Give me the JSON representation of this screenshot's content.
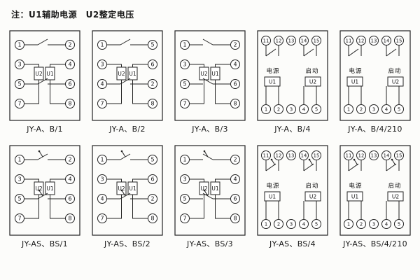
{
  "note": "注：U1辅助电源　U2整定电压",
  "diagrams": [
    {
      "label": "JY-A、B/1",
      "type": "side",
      "variant": 1,
      "signal": false,
      "left": [
        "1",
        "3",
        "5",
        "7"
      ],
      "right": [
        "2",
        "4",
        "6",
        "8"
      ],
      "boxes": [
        "U2",
        "U1"
      ]
    },
    {
      "label": "JY-A、B/2",
      "type": "side",
      "variant": 2,
      "signal": false,
      "left": [
        "1",
        "3",
        "4",
        "7"
      ],
      "right": [
        "5",
        "6",
        "2",
        "8"
      ],
      "boxes": [
        "U2",
        "U1"
      ]
    },
    {
      "label": "JY-A、B/3",
      "type": "side",
      "variant": 3,
      "signal": false,
      "left": [
        "1",
        "3",
        "5",
        "7"
      ],
      "right": [
        "2",
        "4",
        "6",
        "8"
      ],
      "boxes": [
        "U2",
        "U1"
      ]
    },
    {
      "label": "JY-A、B/4",
      "type": "quad",
      "signal": false,
      "top": [
        "11",
        "12",
        "13",
        "14",
        "15"
      ],
      "bottom": [
        "1",
        "2",
        "3",
        "4",
        "5"
      ],
      "power_label": "电源",
      "start_label": "启动",
      "boxes": [
        "U1",
        "U2"
      ]
    },
    {
      "label": "JY-A、B/4/210",
      "type": "quad",
      "signal": false,
      "top": [
        "11",
        "12",
        "13",
        "14",
        "15"
      ],
      "bottom": [
        "1",
        "2",
        "3",
        "4",
        "5"
      ],
      "power_label": "电源",
      "start_label": "启动",
      "boxes": [
        "U1",
        "U2"
      ]
    },
    {
      "label": "JY-AS、BS/1",
      "type": "side",
      "variant": 1,
      "signal": true,
      "left": [
        "1",
        "3",
        "5",
        "7"
      ],
      "right": [
        "2",
        "4",
        "6",
        "8"
      ],
      "boxes": [
        "U2",
        "U1"
      ]
    },
    {
      "label": "JY-AS、BS/2",
      "type": "side",
      "variant": 2,
      "signal": true,
      "left": [
        "1",
        "3",
        "4",
        "7"
      ],
      "right": [
        "5",
        "6",
        "2",
        "8"
      ],
      "boxes": [
        "U2",
        "U1"
      ]
    },
    {
      "label": "JY-AS、BS/3",
      "type": "side",
      "variant": 3,
      "signal": true,
      "left": [
        "1",
        "3",
        "5",
        "7"
      ],
      "right": [
        "2",
        "4",
        "6",
        "8"
      ],
      "boxes": [
        "U2",
        "U1"
      ]
    },
    {
      "label": "JY-AS、BS/4",
      "type": "quad",
      "signal": true,
      "top": [
        "11",
        "12",
        "13",
        "14",
        "15"
      ],
      "bottom": [
        "1",
        "2",
        "3",
        "4",
        "5"
      ],
      "power_label": "电源",
      "start_label": "启动",
      "boxes": [
        "U1",
        "U2"
      ]
    },
    {
      "label": "JY-AS、BS/4/210",
      "type": "quad",
      "signal": true,
      "top": [
        "11",
        "12",
        "13",
        "14",
        "15"
      ],
      "bottom": [
        "1",
        "2",
        "3",
        "4",
        "5"
      ],
      "power_label": "电源",
      "start_label": "启动",
      "boxes": [
        "U1",
        "U2"
      ]
    }
  ]
}
